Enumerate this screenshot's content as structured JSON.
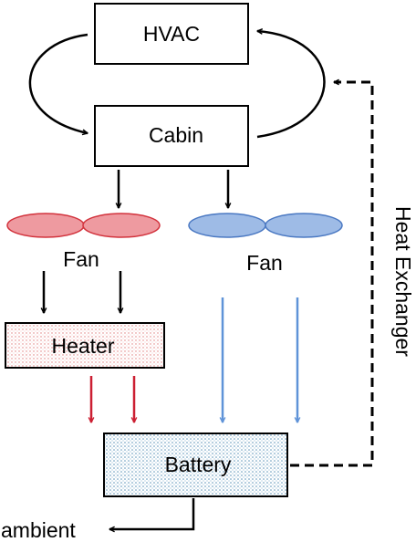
{
  "nodes": {
    "hvac": {
      "label": "HVAC"
    },
    "cabin": {
      "label": "Cabin"
    },
    "fan_left": {
      "label": "Fan",
      "color": "#e8868c",
      "stroke": "#d2323c"
    },
    "fan_right": {
      "label": "Fan",
      "color": "#8fb1e2",
      "stroke": "#4a78c2"
    },
    "heater": {
      "label": "Heater",
      "dot_color": "#e07878"
    },
    "battery": {
      "label": "Battery",
      "dot_color": "#5a92b8"
    }
  },
  "links": {
    "heat_exchanger": {
      "label": "Heat Exchanger"
    },
    "ambient": {
      "label": "ambient"
    }
  },
  "colors": {
    "black": "#000000",
    "red_arrow": "#cc1f32",
    "blue_arrow": "#5f93d8"
  }
}
